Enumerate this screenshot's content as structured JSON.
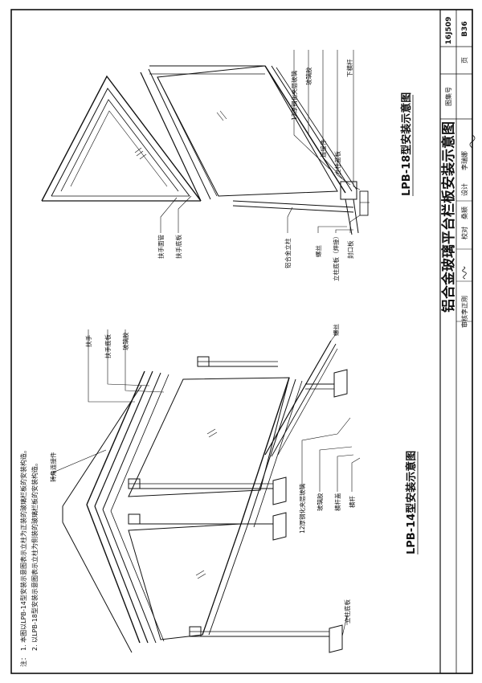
{
  "title_block": {
    "main_title": "铝合金玻璃平台栏板安装示意图",
    "atlas_label": "图集号",
    "atlas_no": "16J509",
    "page_label": "页",
    "page_no": "B36",
    "review_label": "审核",
    "review_name": "李正刚",
    "check_label": "校对",
    "check_name": "桑颖",
    "design_label": "设计",
    "design_name": "李瑞娜"
  },
  "left_figure": {
    "caption": "LPB-14型安装示意图",
    "labels": {
      "corner": "转角连接件",
      "handrail": "扶手",
      "handrail_base": "扶手底板",
      "glass_top": "玻璃胶",
      "tempered": "12厚钢化夹层玻璃",
      "glass_mid": "玻璃胶",
      "rail_cap": "横杆盖",
      "rail": "横杆",
      "screw": "螺丝",
      "post_base": "立柱底板"
    }
  },
  "right_figure": {
    "caption": "LPB-18型安装示意图",
    "labels": {
      "tempered": "12厚钢化夹层玻璃",
      "glass": "玻璃胶",
      "lower_rail": "下横杆",
      "connector": "连接件",
      "post_cap": "立柱盖板",
      "handrail_face": "扶手面管",
      "handrail_base": "扶手底板",
      "alu_post": "铝合金立柱",
      "screw": "螺丝",
      "post_base": "立柱底板（焊接）",
      "seal": "封口板"
    }
  },
  "notes": {
    "prefix": "注：",
    "line1": "1. 本图以LPB-14型安装示意图表示立柱为正装的玻璃栏板的安装构造。",
    "line2": "2. 以LPB-18型安装示意图表示立柱为侧装的玻璃栏板的安装构造。"
  }
}
